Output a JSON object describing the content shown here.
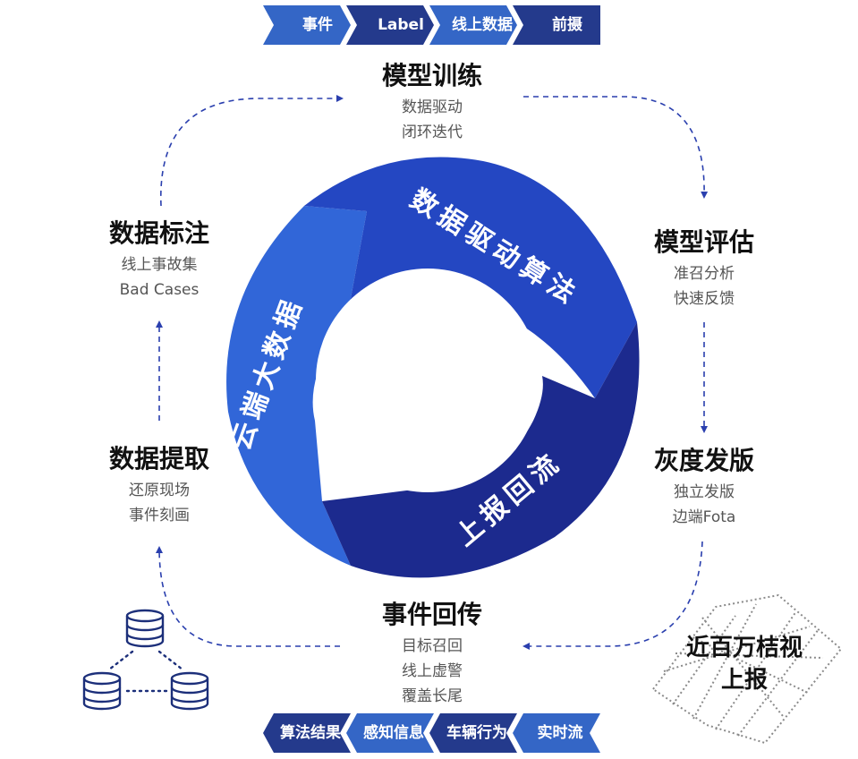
{
  "top_bar": [
    "事件",
    "Label",
    "线上数据",
    "前摄"
  ],
  "bottom_bar": [
    "算法结果",
    "感知信息",
    "车辆行为",
    "实时流"
  ],
  "ring": {
    "segment_top": "数据驱动算法",
    "segment_left": "云端大数据",
    "segment_bottom": "上报回流"
  },
  "nodes": {
    "train": {
      "title": "模型训练",
      "lines": [
        "数据驱动",
        "闭环迭代"
      ]
    },
    "eval": {
      "title": "模型评估",
      "lines": [
        "准召分析",
        "快速反馈"
      ]
    },
    "release": {
      "title": "灰度发版",
      "lines": [
        "独立发版",
        "边端Fota"
      ]
    },
    "upload": {
      "title": "事件回传",
      "lines": [
        "目标召回",
        "线上虚警",
        "覆盖长尾"
      ]
    },
    "extract": {
      "title": "数据提取",
      "lines": [
        "还原现场",
        "事件刻画"
      ]
    },
    "annotate": {
      "title": "数据标注",
      "lines": [
        "线上事故集",
        "Bad Cases"
      ]
    }
  },
  "cloud_label": [
    "近百万桔视",
    "上报"
  ],
  "colors": {
    "ring_light": "#2f63d6",
    "ring_mid": "#2548c4",
    "ring_dark": "#1b2a8f",
    "chevron_dark": "#243a8c",
    "chevron_light": "#3466c6",
    "arrow": "#2a3fae"
  },
  "icons": [
    "database-icon",
    "grid-mesh-icon"
  ]
}
